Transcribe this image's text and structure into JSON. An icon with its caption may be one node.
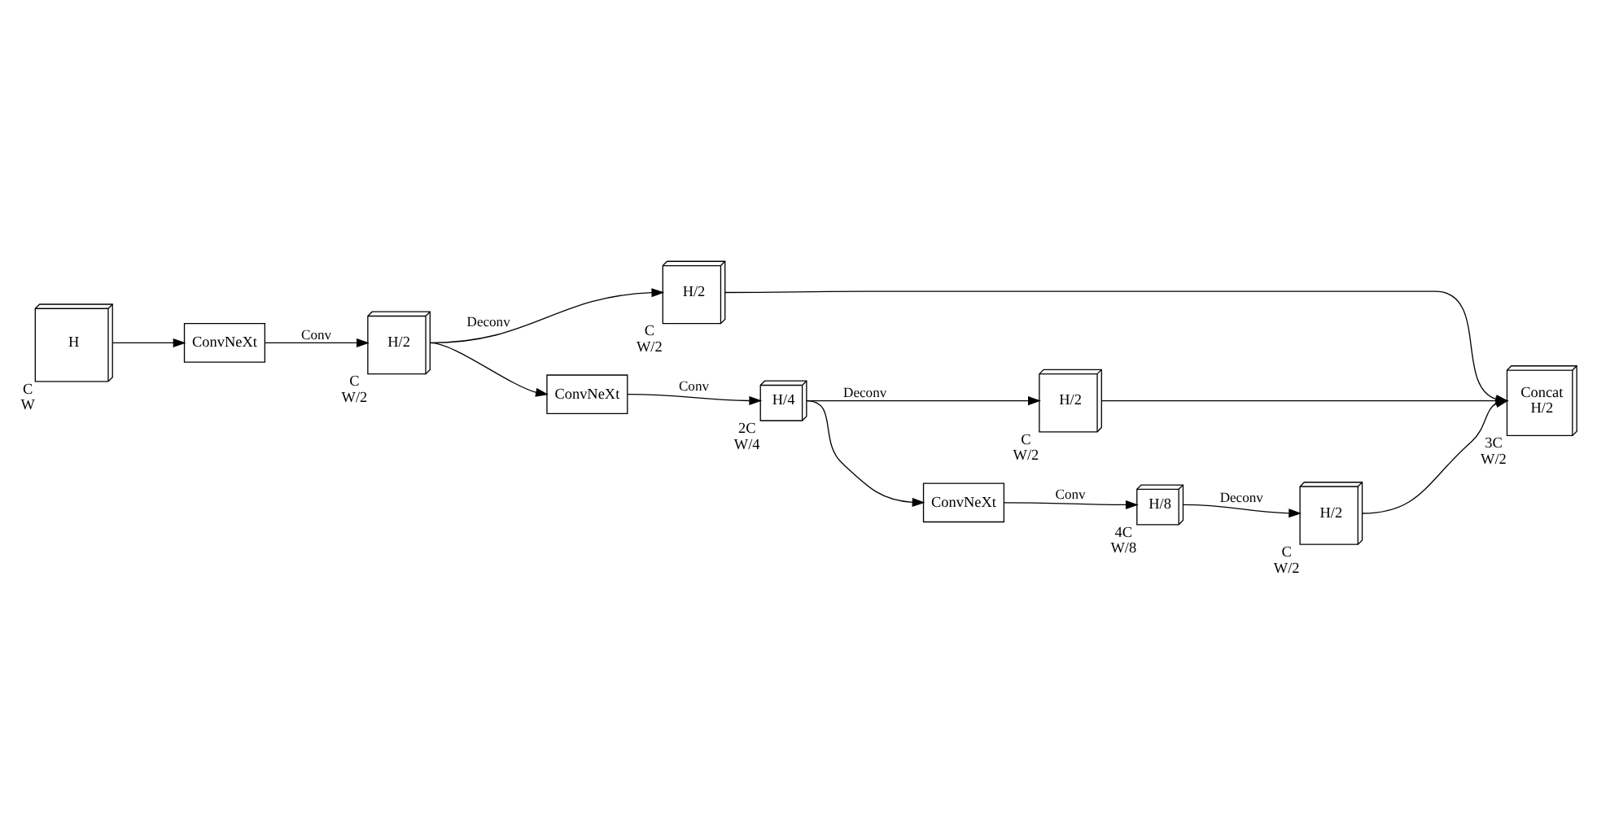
{
  "diagram": {
    "nodes": [
      {
        "text": [
          "H"
        ],
        "beside": [
          "C",
          "W"
        ]
      },
      {
        "text": [
          "ConvNeXt"
        ]
      },
      {
        "text": [
          "H/2"
        ],
        "beside": [
          "C",
          "W/2"
        ]
      },
      {
        "text": [
          "H/2"
        ],
        "beside": [
          "C",
          "W/2"
        ]
      },
      {
        "text": [
          "ConvNeXt"
        ]
      },
      {
        "text": [
          "H/4"
        ],
        "beside": [
          "2C",
          "W/4"
        ]
      },
      {
        "text": [
          "H/2"
        ],
        "beside": [
          "C",
          "W/2"
        ]
      },
      {
        "text": [
          "ConvNeXt"
        ]
      },
      {
        "text": [
          "H/8"
        ],
        "beside": [
          "4C",
          "W/8"
        ]
      },
      {
        "text": [
          "H/2"
        ],
        "beside": [
          "C",
          "W/2"
        ]
      },
      {
        "text": [
          "Concat",
          "H/2"
        ],
        "beside": [
          "3C",
          "W/2"
        ]
      }
    ],
    "edges": [
      {
        "from": 0,
        "to": 1,
        "arrow": "to"
      },
      {
        "from": 1,
        "to": 2,
        "arrow": "to",
        "label": "Conv"
      },
      {
        "from": 2,
        "to": 3,
        "arrow": "to",
        "label": "Deconv"
      },
      {
        "from": 2,
        "to": 4,
        "arrow": "to"
      },
      {
        "from": 4,
        "to": 5,
        "arrow": "to",
        "label": "Conv"
      },
      {
        "from": 5,
        "to": 6,
        "arrow": "to",
        "label": "Deconv"
      },
      {
        "from": 5,
        "to": 7,
        "arrow": "to"
      },
      {
        "from": 7,
        "to": 8,
        "arrow": "to",
        "label": "Conv"
      },
      {
        "from": 8,
        "to": 9,
        "arrow": "to",
        "label": "Deconv"
      },
      {
        "from": 3,
        "to": 10,
        "arrow": "to"
      },
      {
        "from": 6,
        "to": 10,
        "arrow": "to"
      },
      {
        "from": 9,
        "to": 10,
        "arrow": "to"
      }
    ]
  }
}
